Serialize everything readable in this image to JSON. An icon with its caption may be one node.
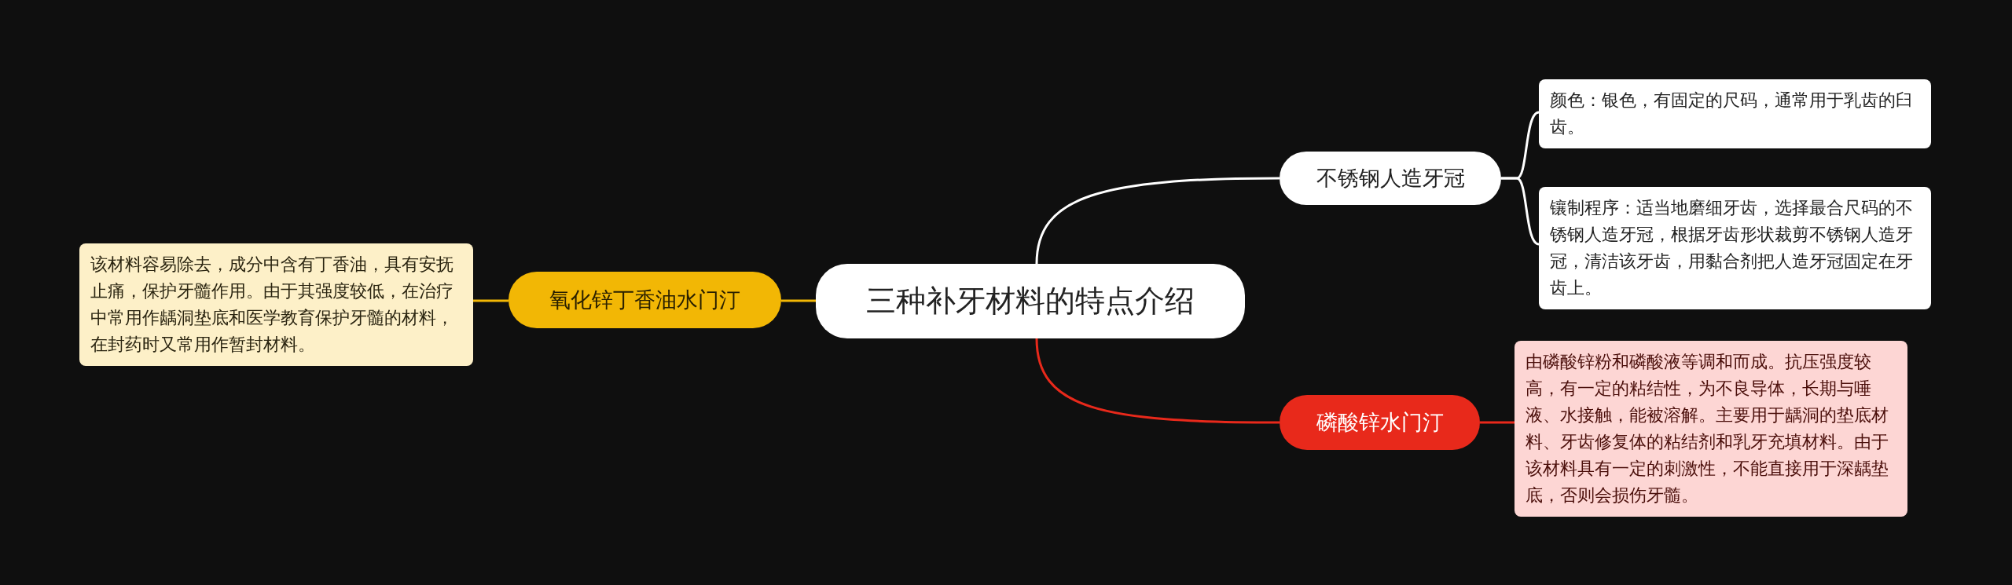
{
  "diagram": {
    "nodes": [
      {
        "text": [
          "三种补牙材料的特点介绍"
        ]
      },
      {
        "text": [
          "氧化锌丁香油水门汀"
        ]
      },
      {
        "text": [
          "该材料容易除去，成分中含有丁香油，具有安抚止痛，保护牙髓作用。由于其强度较低，在治疗中常用作龋洞垫底和医学教育保护牙髓的材料，在封药时又常用作暂封材料。"
        ]
      },
      {
        "text": [
          "不锈钢人造牙冠"
        ]
      },
      {
        "text": [
          "颜色：银色，有固定的尺码，通常用于乳齿的臼齿。"
        ]
      },
      {
        "text": [
          "镶制程序：适当地磨细牙齿，选择最合尺码的不锈钢人造牙冠，根据牙齿形状裁剪不锈钢人造牙冠，清洁该牙齿，用黏合剂把人造牙冠固定在牙齿上。"
        ]
      },
      {
        "text": [
          "磷酸锌水门汀"
        ]
      },
      {
        "text": [
          "由磷酸锌粉和磷酸液等调和而成。抗压强度较高，有一定的粘结性，为不良导体，长期与唾液、水接触，能被溶解。主要用于龋洞的垫底材料、牙齿修复体的粘结剂和乳牙充填材料。由于该材料具有一定的刺激性，不能直接用于深龋垫底，否则会损伤牙髓。"
        ]
      }
    ],
    "edges": [
      {
        "from": 0,
        "to": 1,
        "arrow": "none",
        "color": "#f2b705"
      },
      {
        "from": 1,
        "to": 2,
        "arrow": "none",
        "color": "#f2b705"
      },
      {
        "from": 0,
        "to": 3,
        "arrow": "none",
        "color": "#ffffff"
      },
      {
        "from": 3,
        "to": 4,
        "arrow": "none",
        "color": "#ffffff"
      },
      {
        "from": 3,
        "to": 5,
        "arrow": "none",
        "color": "#ffffff"
      },
      {
        "from": 0,
        "to": 6,
        "arrow": "none",
        "color": "#e8291b"
      },
      {
        "from": 6,
        "to": 7,
        "arrow": "none",
        "color": "#e8291b"
      }
    ]
  }
}
